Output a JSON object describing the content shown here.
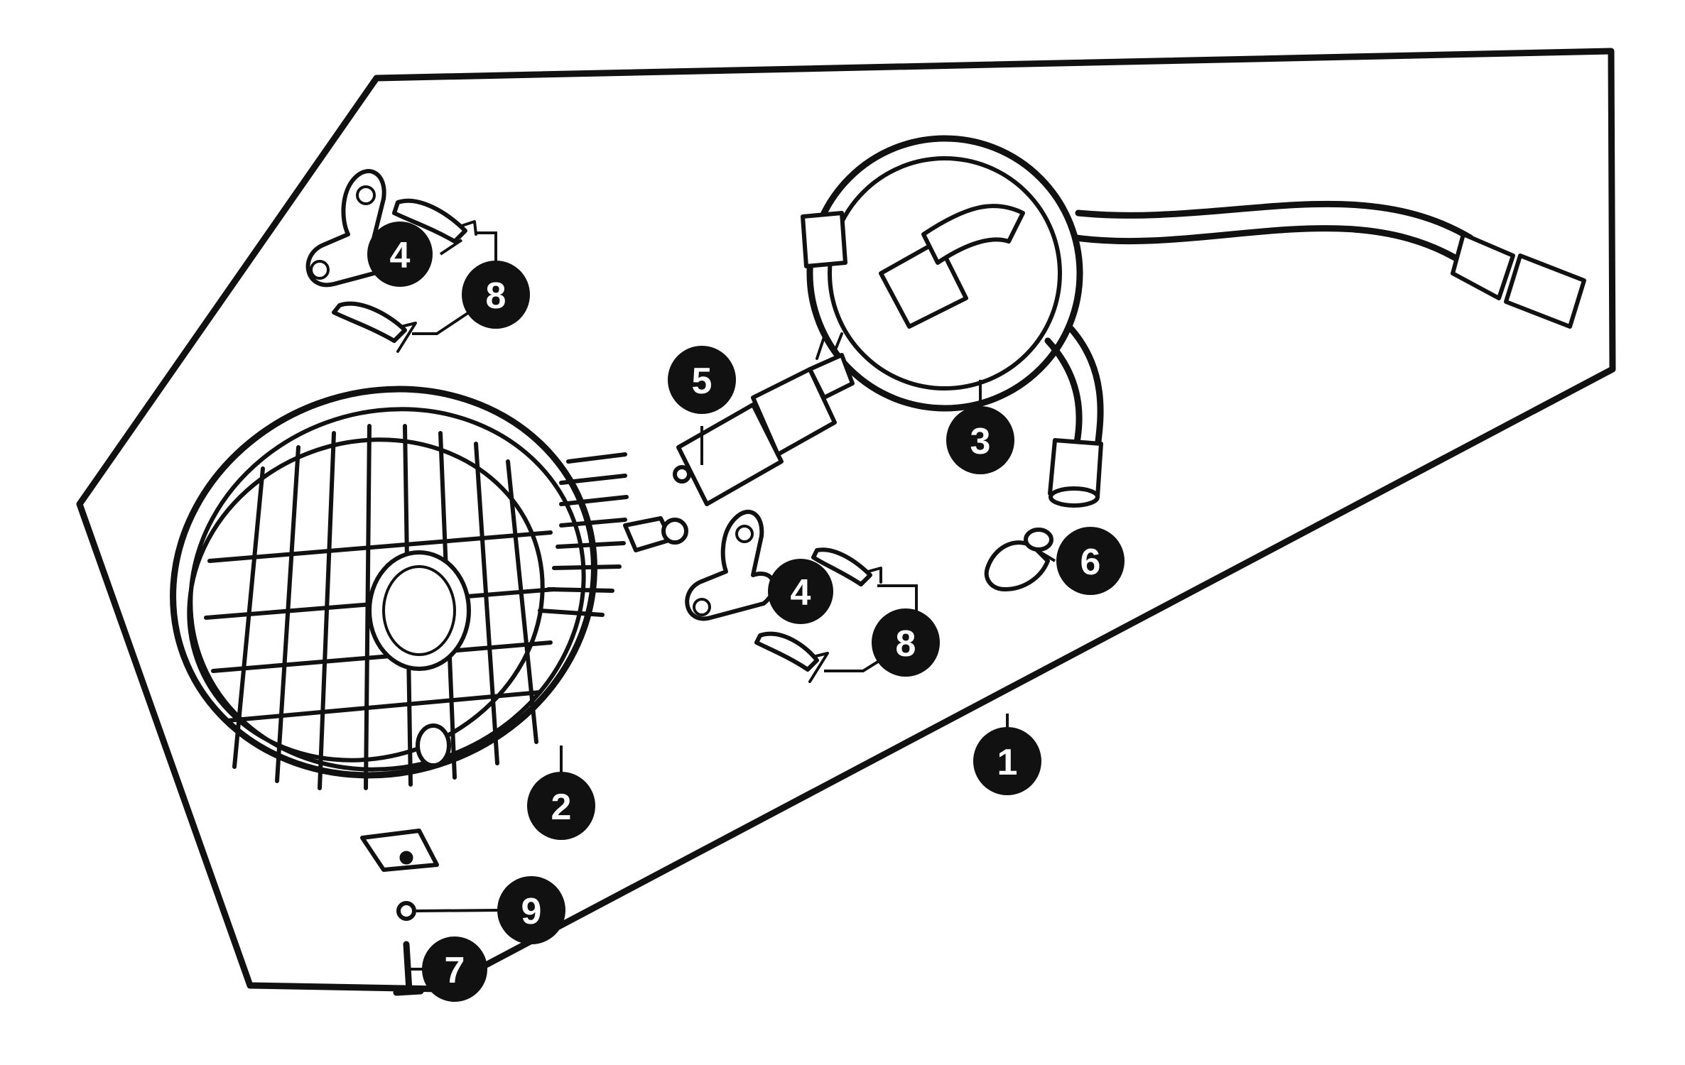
{
  "diagram": {
    "colors": {
      "ink": "#111111",
      "background": "#ffffff",
      "callout_fill": "#111111",
      "callout_text": "#ffffff"
    },
    "callouts": [
      "1",
      "2",
      "3",
      "4",
      "4",
      "5",
      "6",
      "7",
      "8",
      "8",
      "9"
    ]
  }
}
